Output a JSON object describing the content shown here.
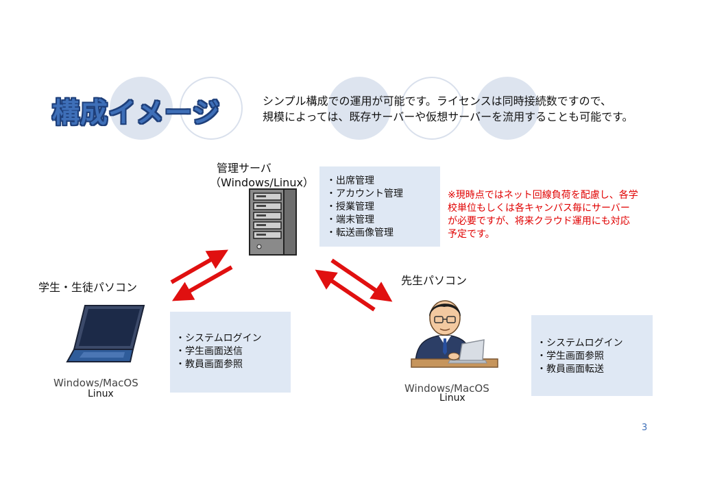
{
  "slide": {
    "title": "構成イメージ",
    "intro_lines": [
      "シンプル構成での運用が可能です。ライセンスは同時接続数ですので、",
      "規模によっては、既存サーバーや仮想サーバーを流用することも可能です。"
    ],
    "page_number": "3"
  },
  "server": {
    "title": "管理サーバ",
    "subtitle": "（Windows/Linux）",
    "features": [
      "・出席管理",
      "・アカウント管理",
      "・授業管理",
      "・端末管理",
      "・転送画像管理"
    ]
  },
  "note": {
    "lines": [
      "※現時点ではネット回線負荷を配慮し、各学",
      "校単位もしくは各キャンパス毎にサーバー",
      "が必要ですが、将来クラウド運用にも対応",
      "予定です。"
    ]
  },
  "student": {
    "title": "学生・生徒パソコン",
    "os_line1": "Windows/MacOS",
    "os_line2": "Linux",
    "features": [
      "・システムログイン",
      "・学生画面送信",
      "・教員画面参照"
    ]
  },
  "teacher": {
    "title": "先生パソコン",
    "os_line1": "Windows/MacOS",
    "os_line2": "Linux",
    "features": [
      "・システムログイン",
      "・学生画面参照",
      "・教員画面転送"
    ]
  },
  "colors": {
    "title_fill": "#3e6fb8",
    "title_outline": "#1e3f7a",
    "box_bg": "#dfe8f4",
    "arrow": "#e01010",
    "note": "#e00000"
  }
}
